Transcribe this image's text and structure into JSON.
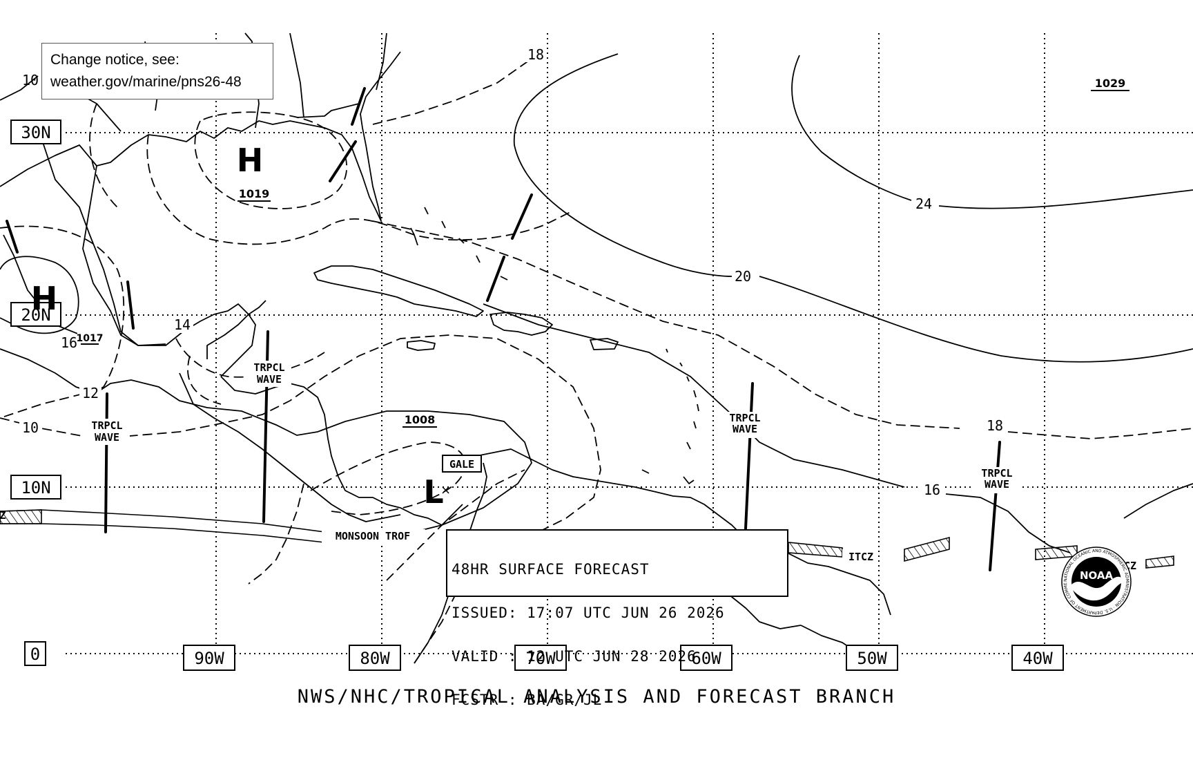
{
  "notice": {
    "line1": "Change notice, see:",
    "line2": "weather.gov/marine/pns26-48"
  },
  "latitudes": [
    "30N",
    "20N",
    "10N",
    "0"
  ],
  "longitudes": [
    "90W",
    "80W",
    "70W",
    "60W",
    "50W",
    "40W"
  ],
  "pressure_systems": [
    {
      "type": "H",
      "pressure": "1019"
    },
    {
      "type": "H",
      "pressure": "1017"
    },
    {
      "type": "L",
      "pressure": "1008",
      "warning": "GALE"
    }
  ],
  "other_pressure_label": "1029",
  "isobar_labels": [
    "18",
    "24",
    "20",
    "10",
    "14",
    "16",
    "12",
    "10",
    "18",
    "16"
  ],
  "features": {
    "wave": "TRPCL",
    "wave2": "WAVE",
    "monsoon": "MONSOON TROF",
    "itcz": "ITCZ",
    "itcz_partial_right": "CZ",
    "itcz_partial_left": "Z"
  },
  "logo": {
    "text": "NOAA",
    "ring": "NATIONAL OCEANIC AND ATMOSPHERIC ADMINISTRATION · U.S. DEPARTMENT OF COMMERCE"
  },
  "forecast_box": {
    "line1": "48HR SURFACE FORECAST",
    "line2": "ISSUED: 17:07 UTC JUN 26 2026",
    "line3": "VALID : 12 UTC JUN 28 2026",
    "line4": "FCSTR : BA/GR/JL"
  },
  "footer": "NWS/NHC/TROPICAL ANALYSIS AND FORECAST BRANCH"
}
